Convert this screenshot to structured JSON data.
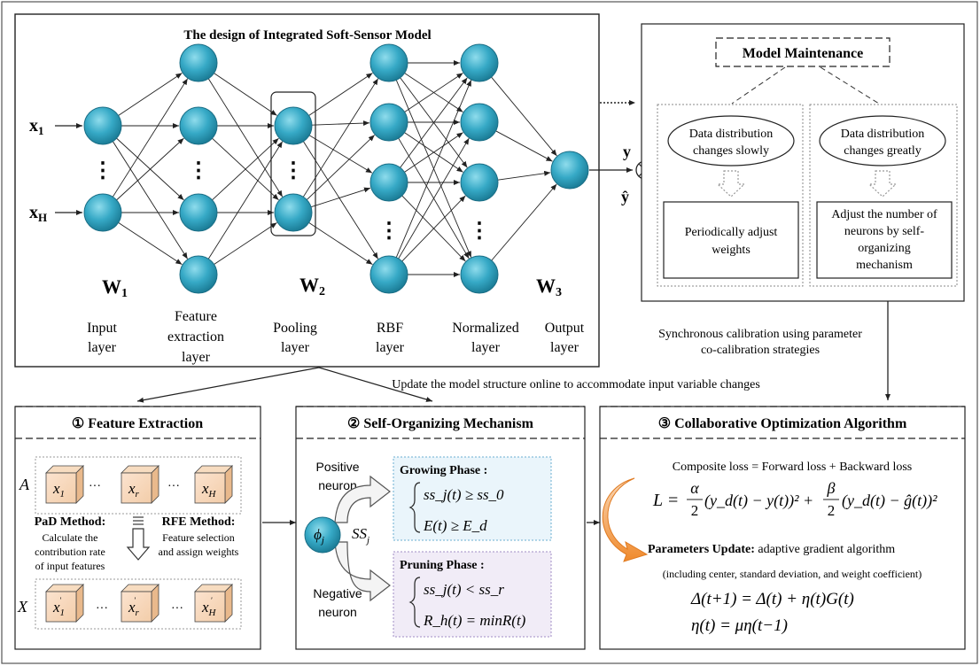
{
  "nn": {
    "title": "The design of Integrated Soft-Sensor Model",
    "inputs": {
      "x1": "x",
      "x1_sub": "1",
      "xH": "x",
      "xH_sub": "H"
    },
    "weights": [
      {
        "w": "W",
        "sub": "1"
      },
      {
        "w": "W",
        "sub": "2"
      },
      {
        "w": "W",
        "sub": "3"
      }
    ],
    "layers": [
      {
        "l1": "Input",
        "l2": "layer",
        "l3": ""
      },
      {
        "l1": "Feature",
        "l2": "extraction",
        "l3": "layer"
      },
      {
        "l1": "Pooling",
        "l2": "layer",
        "l3": ""
      },
      {
        "l1": "RBF",
        "l2": "layer",
        "l3": ""
      },
      {
        "l1": "Normalized",
        "l2": "layer",
        "l3": ""
      },
      {
        "l1": "Output",
        "l2": "layer",
        "l3": ""
      }
    ],
    "dots": "⋮"
  },
  "output": {
    "y": "y",
    "yhat": "ŷ"
  },
  "maintenance": {
    "title": "Model Maintenance",
    "left": {
      "cond1": "Data distribution",
      "cond2": "changes slowly",
      "act1": "Periodically adjust",
      "act2": "weights"
    },
    "right": {
      "cond1": "Data distribution",
      "cond2": "changes greatly",
      "act1": "Adjust the number of",
      "act2": "neurons by self-",
      "act3": "organizing",
      "act4": "mechanism"
    }
  },
  "sync": {
    "line1": "Synchronous calibration using parameter",
    "line2": "co-calibration strategies"
  },
  "update_text": "Update the model structure online to accommodate input variable changes",
  "fe": {
    "title": "① Feature Extraction",
    "rowA": "A",
    "rowX": "X",
    "cubesA": [
      {
        "v": "x",
        "s": "1"
      },
      {
        "v": "x",
        "s": "r"
      },
      {
        "v": "x",
        "s": "H"
      }
    ],
    "cubesX": [
      {
        "v": "x",
        "s": "1"
      },
      {
        "v": "x",
        "s": "r"
      },
      {
        "v": "x",
        "s": "H"
      }
    ],
    "ellipsis": "···",
    "pad_title": "PaD Method:",
    "pad1": "Calculate the",
    "pad2": "contribution rate",
    "pad3": "of input features",
    "rfe_title": "RFE Method:",
    "rfe1": "Feature selection",
    "rfe2": "and assign weights"
  },
  "som": {
    "title": "② Self-Organizing Mechanism",
    "pos1": "Positive",
    "pos2": "neuron",
    "neg1": "Negative",
    "neg2": "neuron",
    "phi": "ϕ",
    "phi_sub": "j",
    "ss": "SS",
    "ss_sub": "j",
    "grow_title": "Growing Phase :",
    "grow_eq1": "ss_j(t) ≥ ss_0",
    "grow_eq2": "E(t) ≥ E_d",
    "prune_title": "Pruning Phase :",
    "prune_eq1": "ss_j(t) < ss_r",
    "prune_eq2": "R_h(t) = minR(t)"
  },
  "coa": {
    "title": "③ Collaborative Optimization Algorithm",
    "loss_text": "Composite loss = Forward loss + Backward loss",
    "L": "L =",
    "alpha": "α",
    "beta": "β",
    "two": "2",
    "term1": "(y_d(t) − y(t))² +",
    "term2": "(y_d(t) − ĝ(t))²",
    "params_bold": "Parameters Update:",
    "params_rest": " adaptive gradient algorithm",
    "params_note": "(including center, standard deviation, and weight coefficient)",
    "eq_delta": "Δ(t+1) = Δ(t) + η(t)G(t)",
    "eq_eta": "η(t) = μη(t−1)"
  }
}
